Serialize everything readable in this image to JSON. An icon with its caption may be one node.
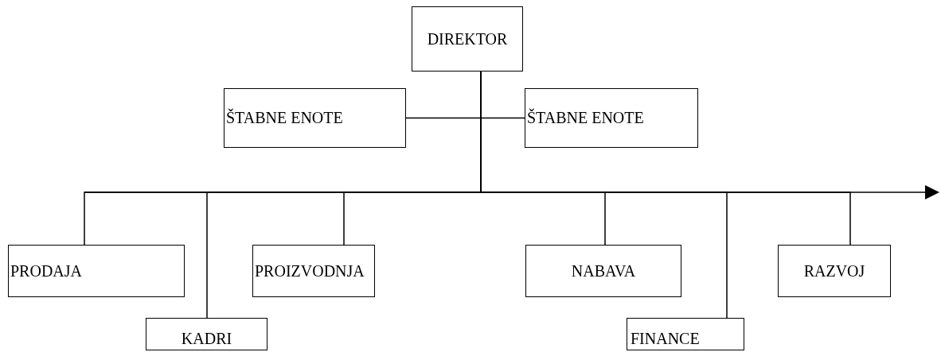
{
  "diagram": {
    "nodes": [
      {
        "text": [
          "DIREKTOR"
        ]
      },
      {
        "text": [
          "ŠTABNE ENOTE"
        ]
      },
      {
        "text": [
          "ŠTABNE ENOTE"
        ]
      },
      {
        "text": [
          "PRODAJA"
        ]
      },
      {
        "text": [
          "KADRI"
        ]
      },
      {
        "text": [
          "PROIZVODNJA"
        ]
      },
      {
        "text": [
          "NABAVA"
        ]
      },
      {
        "text": [
          "FINANCE"
        ]
      },
      {
        "text": [
          "RAZVOJ"
        ]
      }
    ],
    "edges": [
      {
        "from": 0,
        "to": 1,
        "arrow": "none"
      },
      {
        "from": 0,
        "to": 2,
        "arrow": "none"
      },
      {
        "from": 0,
        "to": 3,
        "arrow": "none"
      },
      {
        "from": 0,
        "to": 4,
        "arrow": "none"
      },
      {
        "from": 0,
        "to": 5,
        "arrow": "none"
      },
      {
        "from": 0,
        "to": 6,
        "arrow": "none"
      },
      {
        "from": 0,
        "to": 7,
        "arrow": "none"
      },
      {
        "from": 0,
        "to": 8,
        "arrow": "none"
      }
    ]
  }
}
